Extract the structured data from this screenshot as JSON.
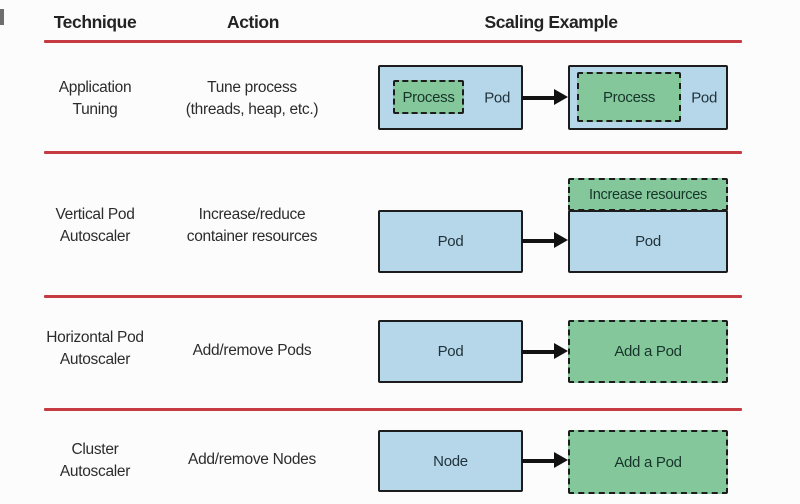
{
  "colors": {
    "blue_fill": "#b6d7e9",
    "green_fill": "#84c79b",
    "line_red": "#c63b41",
    "border_dark": "#1c1c1c"
  },
  "headers": {
    "technique": "Technique",
    "action": "Action",
    "scaling_example": "Scaling Example"
  },
  "rows": [
    {
      "technique": "Application\nTuning",
      "action": "Tune process\n(threads, heap, etc.)",
      "before": {
        "container": "Pod",
        "inner": "Process"
      },
      "after": {
        "container": "Pod",
        "inner": "Process"
      }
    },
    {
      "technique": "Vertical Pod\nAutoscaler",
      "action": "Increase/reduce\ncontainer resources",
      "before": {
        "container": "Pod"
      },
      "after": {
        "container": "Pod",
        "banner": "Increase resources"
      }
    },
    {
      "technique": "Horizontal Pod\nAutoscaler",
      "action": "Add/remove Pods",
      "before": {
        "container": "Pod"
      },
      "after": {
        "added": "Add a Pod"
      }
    },
    {
      "technique": "Cluster\nAutoscaler",
      "action": "Add/remove Nodes",
      "before": {
        "container": "Node"
      },
      "after": {
        "added": "Add a Pod"
      }
    }
  ]
}
